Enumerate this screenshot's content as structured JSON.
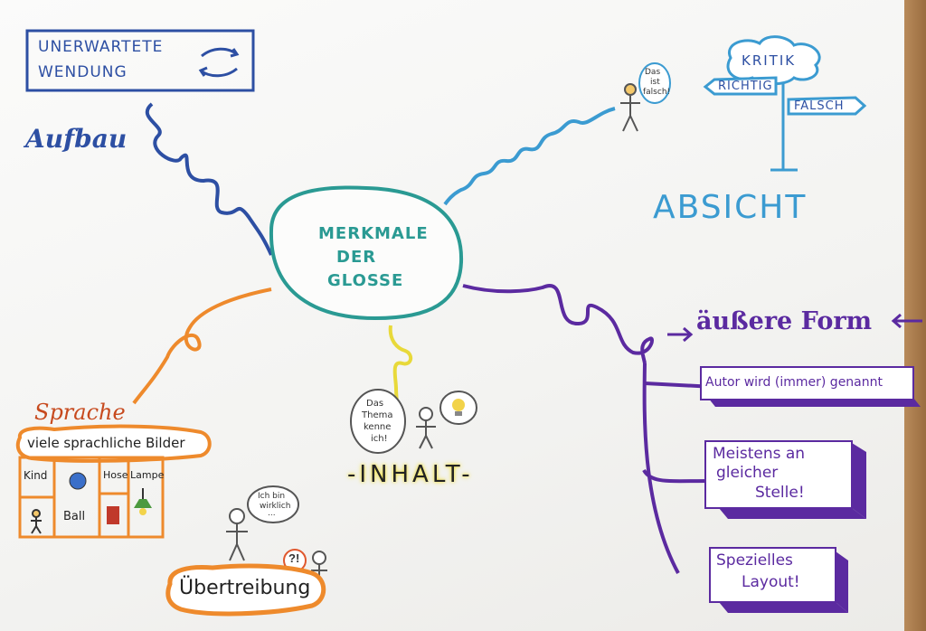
{
  "center": {
    "label_lines": [
      "MERKMALE",
      "DER",
      "GLOSSE"
    ]
  },
  "branches": {
    "aufbau": {
      "label": "Aufbau",
      "note_lines": [
        "UNERWARTETE",
        "WENDUNG"
      ]
    },
    "absicht": {
      "label": "ABSICHT",
      "cloud": "KRITIK",
      "sign_left": "RICHTIG",
      "sign_right": "FALSCH",
      "speech_lines": [
        "Das",
        "ist",
        "falsch!"
      ]
    },
    "aeussere_form": {
      "label": "äußere Form",
      "items": [
        {
          "lines": [
            "Autor wird (immer) genannt"
          ]
        },
        {
          "lines": [
            "Meistens an",
            "gleicher",
            "Stelle!"
          ]
        },
        {
          "lines": [
            "Spezielles",
            "Layout!"
          ]
        }
      ]
    },
    "inhalt": {
      "label": "-INHALT-",
      "speech_lines": [
        "Das",
        "Thema",
        "kenne",
        "ich!"
      ]
    },
    "sprache": {
      "label": "Sprache",
      "subtitle": "viele sprachliche Bilder",
      "grid_cells": [
        "Kind",
        "Ball",
        "Hose",
        "Lampe"
      ],
      "ueber_label": "Übertreibung",
      "ueber_speech_lines": [
        "Ich bin",
        "wirklich",
        "..."
      ]
    }
  },
  "colors": {
    "teal": "#2a9a93",
    "dark_blue": "#2d4fa3",
    "light_blue": "#3b9bd1",
    "purple": "#5b2aa0",
    "yellow": "#e8d93a",
    "orange": "#ee8a2c"
  }
}
